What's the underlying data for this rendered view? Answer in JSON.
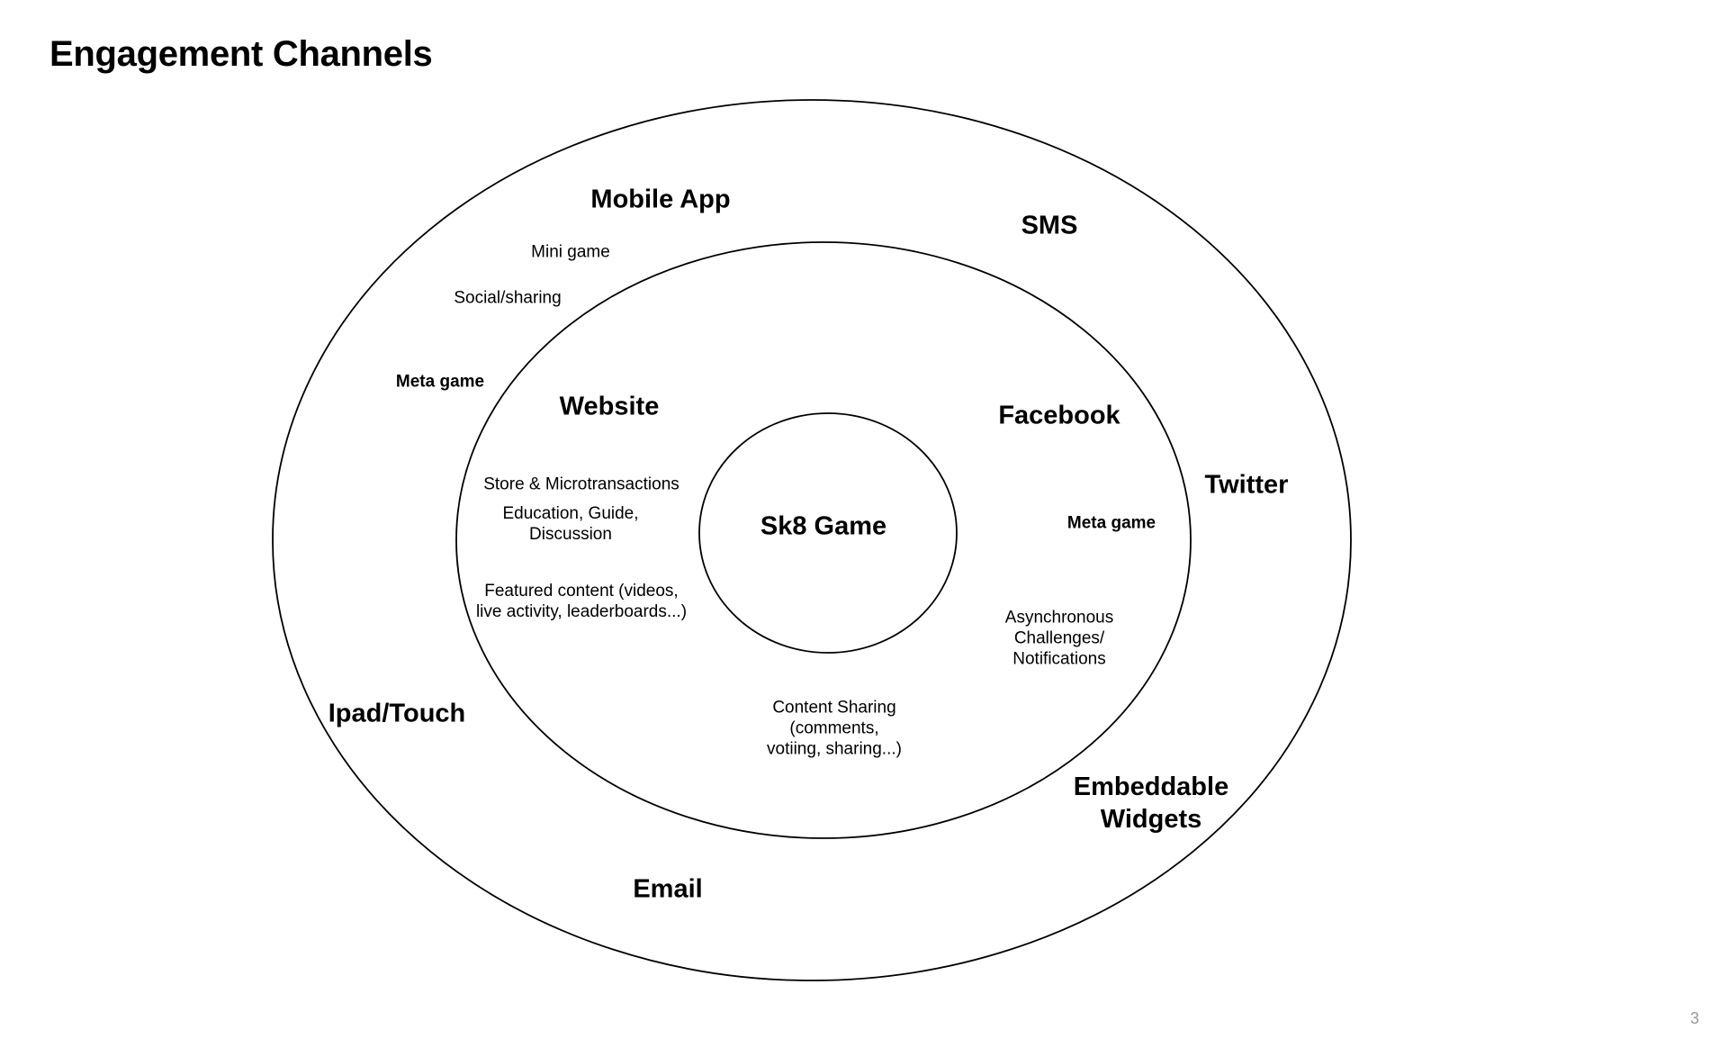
{
  "slide": {
    "title": "Engagement Channels",
    "page_number": "3"
  },
  "diagram": {
    "core": {
      "label": "Sk8 Game"
    },
    "inner_ring": {
      "channels": [
        {
          "label": "Website"
        },
        {
          "label": "Facebook"
        }
      ],
      "features": {
        "store": "Store & Microtransactions",
        "education": [
          "Education, Guide,",
          "Discussion"
        ],
        "featured": [
          "Featured content (videos,",
          "live activity, leaderboards...)"
        ],
        "meta_game": "Meta game",
        "async": [
          "Asynchronous",
          "Challenges/",
          "Notifications"
        ],
        "content_sharing": [
          "Content Sharing",
          "(comments,",
          "votiing, sharing...)"
        ]
      }
    },
    "outer_ring": {
      "channels": {
        "mobile_app": "Mobile App",
        "sms": "SMS",
        "twitter": "Twitter",
        "ipad": "Ipad/Touch",
        "embeddable": [
          "Embeddable",
          "Widgets"
        ],
        "email": "Email"
      },
      "features": {
        "mini_game": "Mini game",
        "social": "Social/sharing",
        "meta_game": "Meta game"
      }
    },
    "colors": {
      "stroke": "#000000",
      "background": "#ffffff",
      "page_number": "#9a9a9a"
    }
  }
}
